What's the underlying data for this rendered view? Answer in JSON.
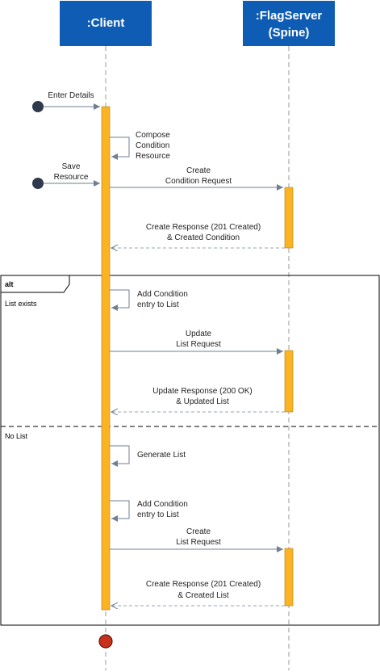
{
  "participants": {
    "client": ":Client",
    "server_line1": ":FlagServer",
    "server_line2": "(Spine)"
  },
  "colors": {
    "header_fill": "#0f5cb5",
    "activation_fill": "#fbb323",
    "arrow": "#6f7f94",
    "end_fill": "#c8301c"
  },
  "messages": {
    "enter_details": "Enter Details",
    "compose_1": "Compose",
    "compose_2": "Condition",
    "compose_3": "Resource",
    "save_1": "Save",
    "save_2": "Resource",
    "create_req_1": "Create",
    "create_req_2": "Condition Request",
    "create_resp_1": "Create Response (201 Created)",
    "create_resp_2": "& Created Condition",
    "add_entry_a_1": "Add Condition",
    "add_entry_a_2": "entry to List",
    "update_req_1": "Update",
    "update_req_2": "List Request",
    "update_resp_1": "Update Response (200 OK)",
    "update_resp_2": "& Updated List",
    "generate_list": "Generate List",
    "add_entry_b_1": "Add Condition",
    "add_entry_b_2": "entry to List",
    "create_list_req_1": "Create",
    "create_list_req_2": "List Request",
    "create_list_resp_1": "Create Response (201 Created)",
    "create_list_resp_2": "& Created List"
  },
  "frame": {
    "operator": "alt",
    "guard_1": "List exists",
    "guard_2": "No List"
  }
}
